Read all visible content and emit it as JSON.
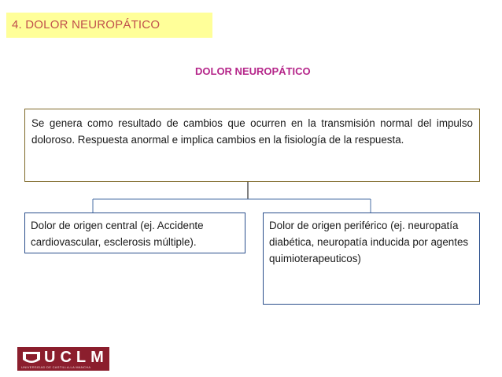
{
  "header": {
    "section_label": "4. DOLOR NEUROPÁTICO",
    "title": "DOLOR NEUROPÁTICO"
  },
  "diagram": {
    "top_box": "Se genera como resultado de cambios que ocurren en la transmisión normal del impulso doloroso. Respuesta anormal e implica cambios en la fisiología de la respuesta.",
    "left_box": "Dolor de origen central (ej. Accidente cardiovascular, esclerosis múltiple).",
    "right_box": "Dolor de origen periférico (ej. neuropatía diabética, neuropatía inducida por agentes quimioterapeuticos)"
  },
  "footer": {
    "logo_text": "UCLM",
    "logo_subtext": "UNIVERSIDAD DE CASTILLA-LA MANCHA"
  },
  "colors": {
    "section_bg": "#FFFF99",
    "section_text": "#C0504D",
    "title": "#B5268A",
    "top_box_border": "#7F6A2A",
    "child_box_border": "#2B4F8C",
    "logo_bg": "#8B1E2D"
  }
}
